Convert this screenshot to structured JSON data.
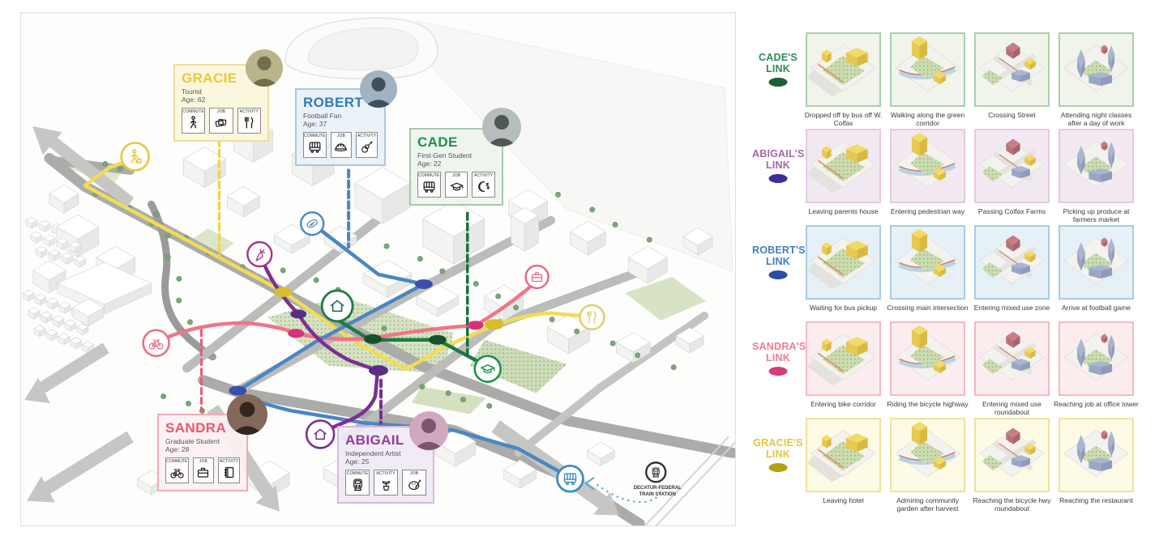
{
  "personas": [
    {
      "id": "gracie",
      "name": "GRACIE",
      "role": "Tourist",
      "age": "Age: 62",
      "color": "#E9C83B",
      "icons": [
        {
          "label": "COMMUTE",
          "icon": "walk"
        },
        {
          "label": "JOB",
          "icon": "tickets"
        },
        {
          "label": "ACTIVITY",
          "icon": "utensils"
        }
      ]
    },
    {
      "id": "robert",
      "name": "ROBERT",
      "role": "Football Fan",
      "age": "Age: 37",
      "color": "#2F7CC0",
      "icons": [
        {
          "label": "COMMUTE",
          "icon": "bus"
        },
        {
          "label": "JOB",
          "icon": "hardhat"
        },
        {
          "label": "ACTIVITY",
          "icon": "guitar"
        }
      ]
    },
    {
      "id": "cade",
      "name": "CADE",
      "role": "First-Gen Student",
      "age": "Age: 22",
      "color": "#1E9148",
      "icons": [
        {
          "label": "COMMUTE",
          "icon": "bus"
        },
        {
          "label": "JOB",
          "icon": "gradcap"
        },
        {
          "label": "ACTIVITY",
          "icon": "moon"
        }
      ]
    },
    {
      "id": "sandra",
      "name": "SANDRA",
      "role": "Graduate Student",
      "age": "Age: 28",
      "color": "#E8586E",
      "icons": [
        {
          "label": "COMMUTE",
          "icon": "bike"
        },
        {
          "label": "JOB",
          "icon": "briefcase"
        },
        {
          "label": "ACTIVITY",
          "icon": "book"
        }
      ]
    },
    {
      "id": "abigail",
      "name": "ABIGAIL",
      "role": "Independent Artist",
      "age": "Age: 25",
      "color": "#8F3D96",
      "icons": [
        {
          "label": "COMMUTE",
          "icon": "train"
        },
        {
          "label": "ACTIVITY",
          "icon": "plant"
        },
        {
          "label": "JOB",
          "icon": "palette"
        }
      ]
    }
  ],
  "map": {
    "markers": [
      "tourist-walk",
      "bicycle",
      "football",
      "carrot-market",
      "community-house",
      "graduation-cap",
      "office-briefcase",
      "restaurant-utensils",
      "bus-stop",
      "home",
      "train-station"
    ],
    "route_colors": {
      "gracie": "#F2DC55",
      "robert": "#4A86C4",
      "cade": "#1E7B45",
      "sandra": "#F07489",
      "abigail": "#7B2F91"
    },
    "station": {
      "line1": "DECATUR-FEDERAL",
      "line2": "TRAIN STATION"
    }
  },
  "links_panel": {
    "rows": [
      {
        "id": "cade",
        "title_line1": "CADE'S",
        "title_line2": "LINK",
        "color": "#2F8A55",
        "ellipse": "#1D5E33",
        "box_bg": "#F0F4EA",
        "box_border": "#A9CFAD",
        "items": [
          {
            "caption": "Dropped off by bus off W. Colfax"
          },
          {
            "caption": "Walking along the green corridor"
          },
          {
            "caption": "Crossing Street"
          },
          {
            "caption": "Attending night classes after a day of work"
          }
        ]
      },
      {
        "id": "abigail",
        "title_line1": "ABIGAIL'S",
        "title_line2": "LINK",
        "color": "#A864AB",
        "ellipse": "#41299E",
        "box_bg": "#F2E9F2",
        "box_border": "#E5C9E2",
        "items": [
          {
            "caption": "Leaving parents house"
          },
          {
            "caption": "Entering pedestrian way"
          },
          {
            "caption": "Passing Colfax Farms"
          },
          {
            "caption": "Picking up produce at farmers market"
          }
        ]
      },
      {
        "id": "robert",
        "title_line1": "ROBERT'S",
        "title_line2": "LINK",
        "color": "#3F7FC1",
        "ellipse": "#2B4DA8",
        "box_bg": "#E6F0F7",
        "box_border": "#AACBE2",
        "items": [
          {
            "caption": "Waiting for bus pickup"
          },
          {
            "caption": "Crossing main intersection"
          },
          {
            "caption": "Entering mixed use zone"
          },
          {
            "caption": "Arrive at football game"
          }
        ]
      },
      {
        "id": "sandra",
        "title_line1": "SANDRA'S",
        "title_line2": "LINK",
        "color": "#F27A90",
        "ellipse": "#D63E78",
        "box_bg": "#FBEDEF",
        "box_border": "#F3B9C3",
        "items": [
          {
            "caption": "Entering bike corridor"
          },
          {
            "caption": "Riding the bicycle highway"
          },
          {
            "caption": "Entering mixed use roundabout"
          },
          {
            "caption": "Reaching job at office tower"
          }
        ]
      },
      {
        "id": "gracie",
        "title_line1": "GRACIE'S",
        "title_line2": "LINK",
        "color": "#E2C63C",
        "ellipse": "#B3A014",
        "box_bg": "#FDFAE5",
        "box_border": "#EFE398",
        "items": [
          {
            "caption": "Leaving hotel"
          },
          {
            "caption": "Admiring community garden after harvest"
          },
          {
            "caption": "Reaching the bicycle hwy roundabout"
          },
          {
            "caption": "Reaching the restaurant"
          }
        ]
      }
    ]
  }
}
